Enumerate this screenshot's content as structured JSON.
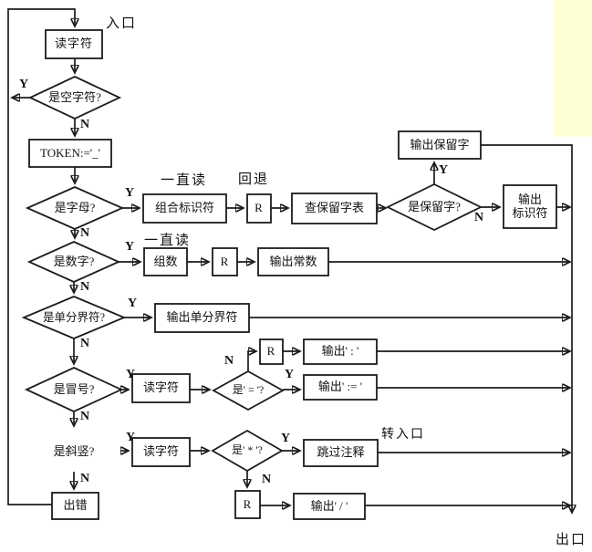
{
  "colors": {
    "line": "#1c1c1c",
    "background": "#ffffff",
    "highlight": "#ffffd6"
  },
  "labels": {
    "entry": "入口",
    "exit": "出口",
    "yes": "Y",
    "no": "N",
    "keep_reading_letters": "一直读",
    "keep_reading_digits": "一直读",
    "backtrack": "回退",
    "goto_entry": "转入口"
  },
  "nodes": {
    "read_char_1": "读字符",
    "is_blank": "是空字符?",
    "token_set": "TOKEN:='_'",
    "is_letter": "是字母?",
    "combine_identifier": "组合标识符",
    "retreat_r1": "R",
    "check_reserved_table": "查保留字表",
    "is_reserved": "是保留字?",
    "output_reserved_word": "输出保留字",
    "output_identifier": "输出\n标识符",
    "is_digit": "是数字?",
    "group_number": "组数",
    "retreat_r2": "R",
    "output_constant": "输出常数",
    "is_single_delimiter": "是单分界符?",
    "output_single_delimiter": "输出单分界符",
    "is_colon": "是冒号?",
    "read_char_2": "读字符",
    "retreat_r3": "R",
    "output_colon": "输出' : '",
    "is_equal": "是' = '?",
    "output_assign": "输出' := '",
    "is_slash": "是斜竖?",
    "read_char_3": "读字符",
    "is_star": "是' * '?",
    "skip_comment": "跳过注释",
    "retreat_r4": "R",
    "output_slash": "输出' / '",
    "error": "出错"
  }
}
